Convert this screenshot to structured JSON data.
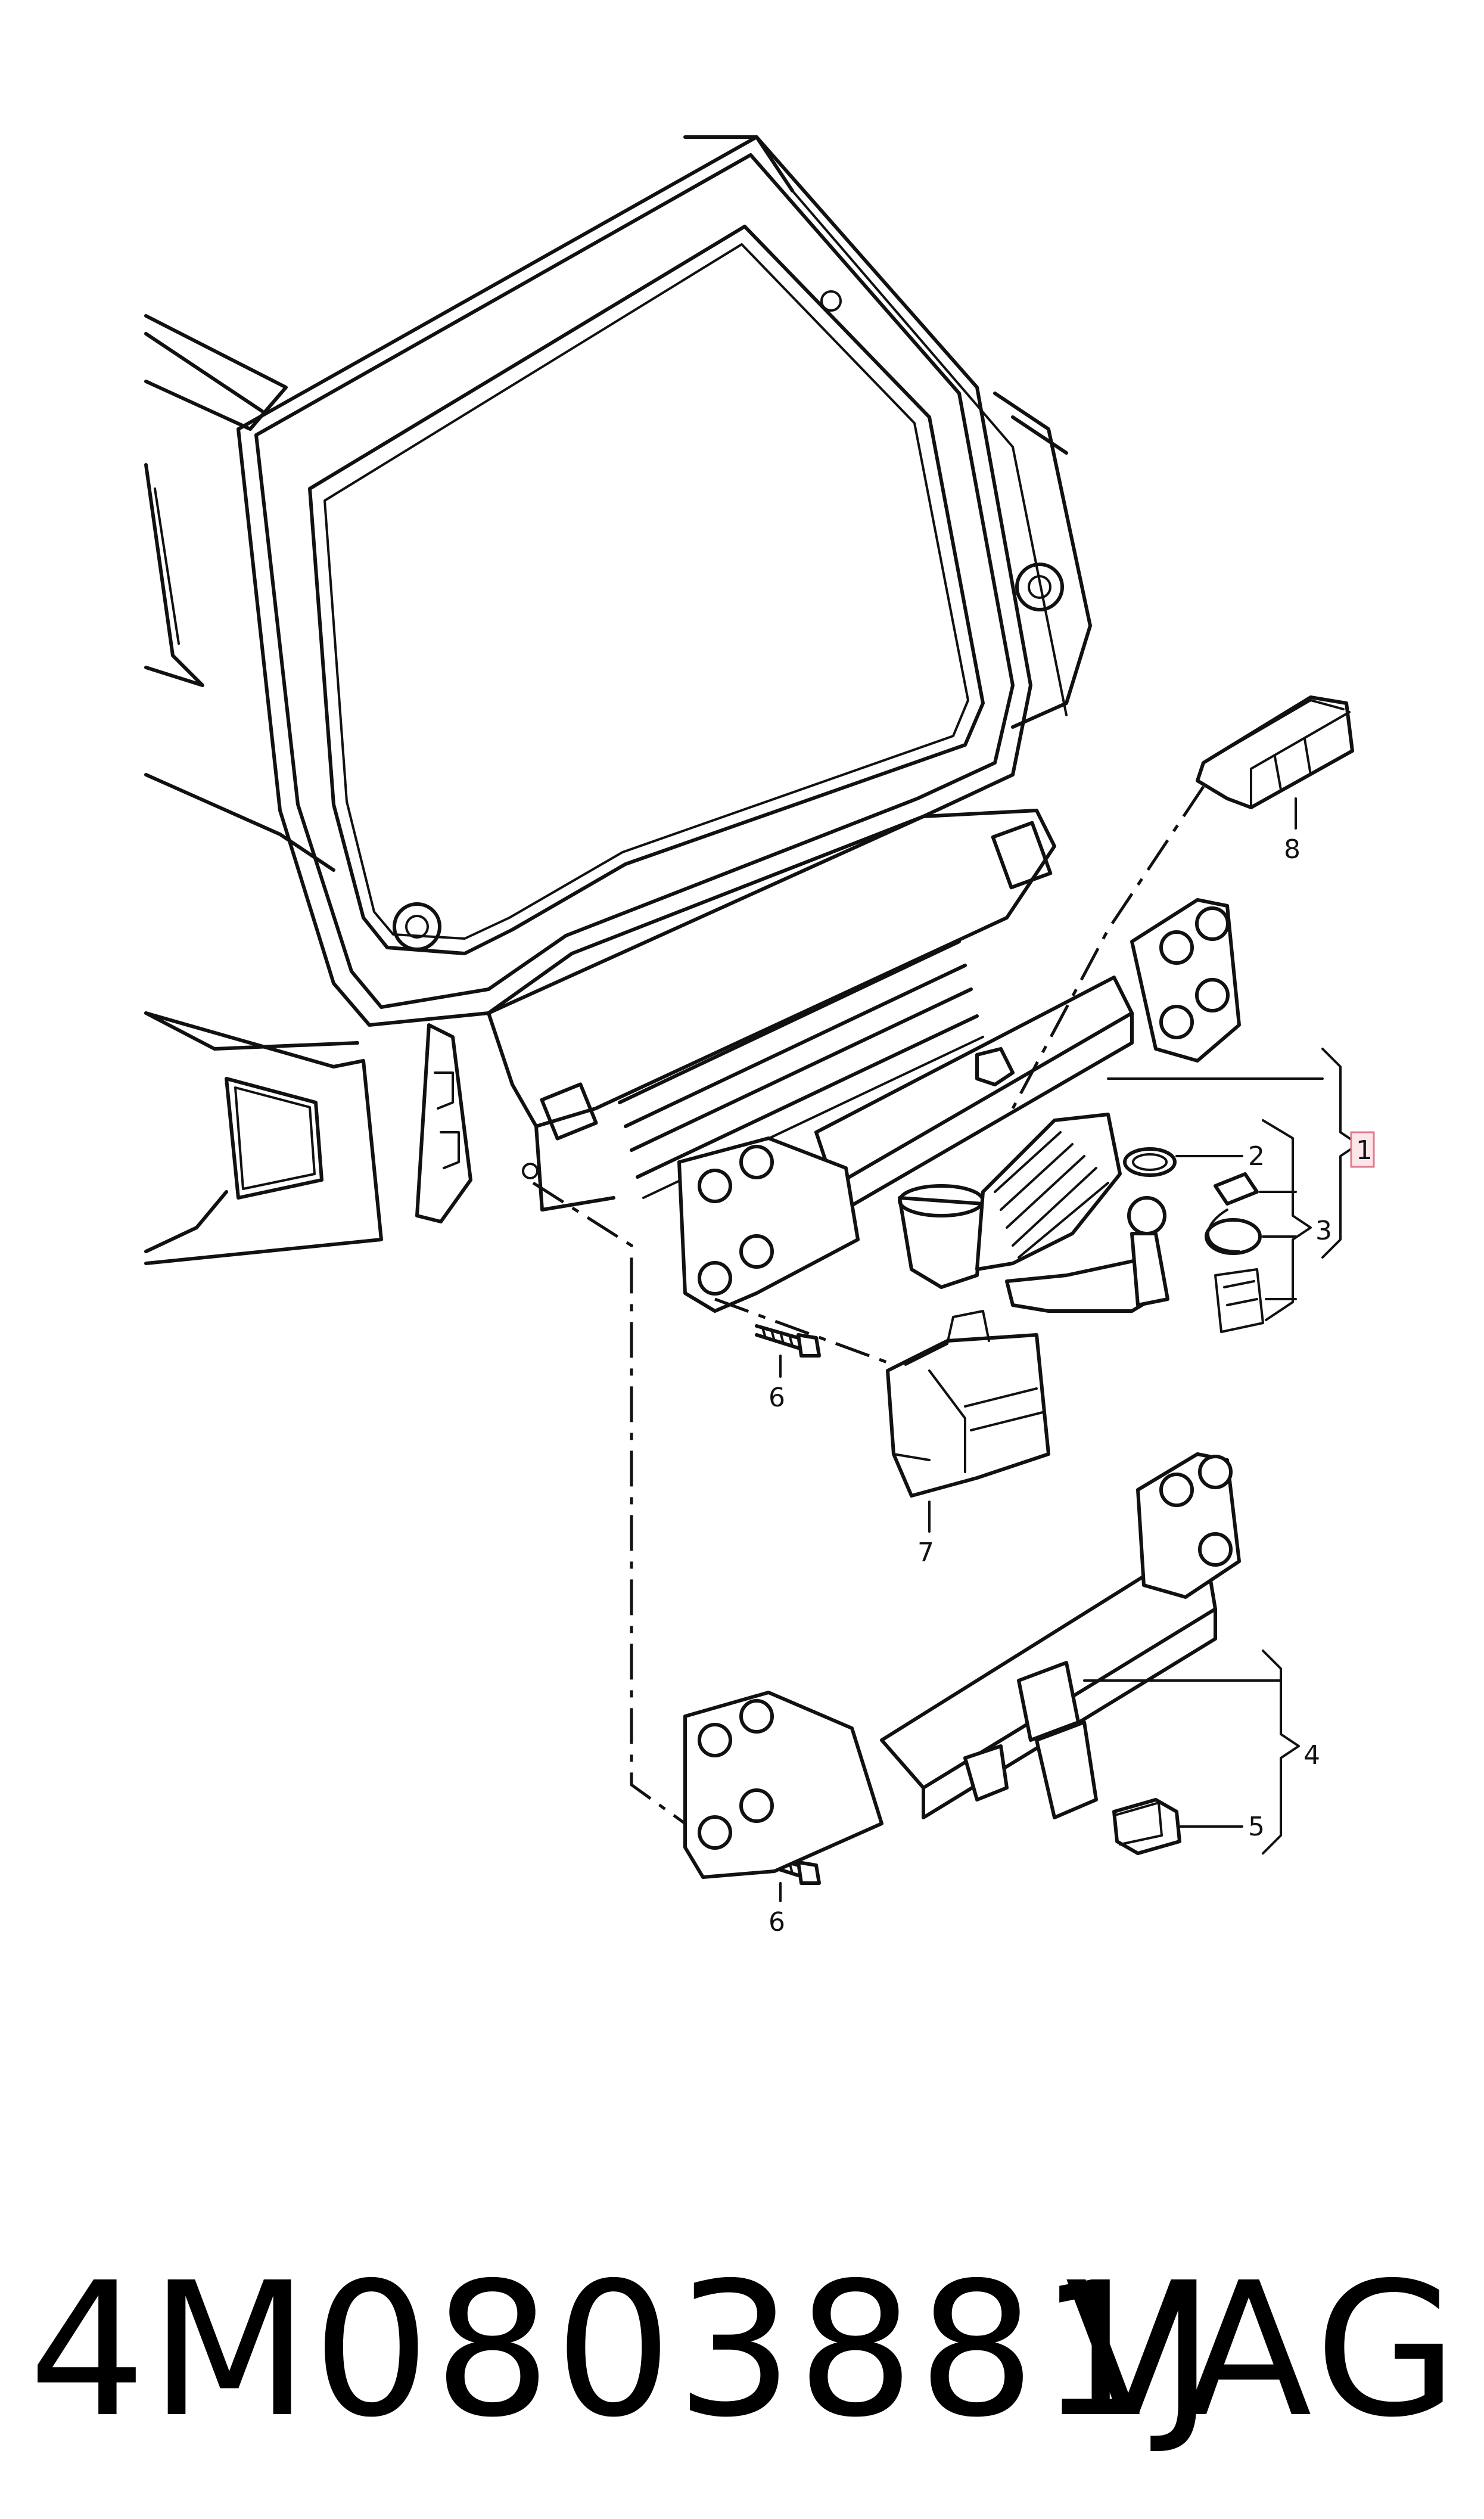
{
  "callouts": {
    "c1": "1",
    "c2": "2",
    "c3": "3",
    "c4": "4",
    "c5": "5",
    "c6a": "6",
    "c6b": "6",
    "c7": "7",
    "c8": "8"
  },
  "footer": {
    "part_number": "4M0803881J",
    "brand": "VAG"
  },
  "colors": {
    "line": "#111111",
    "highlight_box_fill": "#fde6ea",
    "highlight_box_stroke": "#e07a8c"
  }
}
